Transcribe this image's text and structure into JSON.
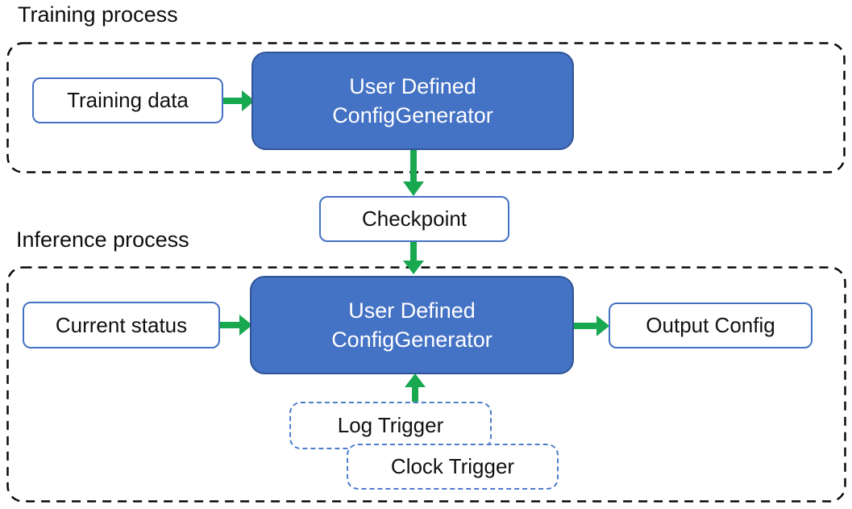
{
  "diagram": {
    "training": {
      "title": "Training process",
      "input": "Training data",
      "generator": {
        "line1": "User Defined",
        "line2": "ConfigGenerator"
      }
    },
    "checkpoint": "Checkpoint",
    "inference": {
      "title": "Inference process",
      "input": "Current status",
      "generator": {
        "line1": "User Defined",
        "line2": "ConfigGenerator"
      },
      "output": "Output Config",
      "triggers": [
        "Log Trigger",
        "Clock Trigger"
      ]
    }
  },
  "colors": {
    "node_fill_blue": "#4472C4",
    "node_border_dark_blue": "#2F5597",
    "light_box_border_blue": "#4472C4",
    "trigger_dash_blue": "#4C7CCB",
    "arrow_green": "#18A850",
    "container_dash_black": "#0a0a0a",
    "text_dark": "#111111",
    "text_light": "#ffffff",
    "background": "#ffffff"
  }
}
